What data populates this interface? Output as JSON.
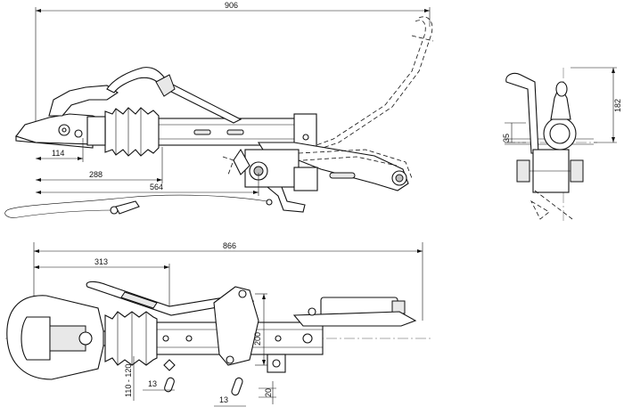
{
  "drawing": {
    "dimensions": {
      "total_length_side": "906",
      "coupling_head_offset": "114",
      "bellows_to_axle": "288",
      "length_to_handbrake": "564",
      "total_length_top": "866",
      "top_offset": "313",
      "height_end": "182",
      "height_offset": "35",
      "width_200": "200",
      "width_20": "20",
      "bore_13_a": "13",
      "bore_13_b": "13",
      "range_110_120": "110 - 120"
    }
  }
}
